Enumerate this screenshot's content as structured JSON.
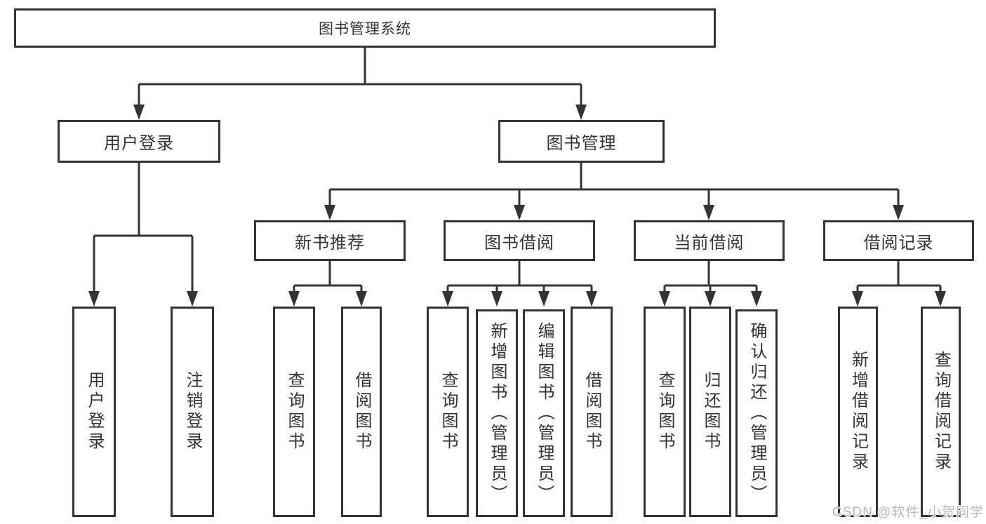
{
  "diagram": {
    "root": {
      "label": "图书管理系统"
    },
    "branches": [
      {
        "label": "用户登录",
        "children": [
          {
            "label": "用户登录"
          },
          {
            "label": "注销登录"
          }
        ]
      },
      {
        "label": "图书管理",
        "children": [
          {
            "label": "新书推荐",
            "children": [
              {
                "label": "查询图书"
              },
              {
                "label": "借阅图书"
              }
            ]
          },
          {
            "label": "图书借阅",
            "children": [
              {
                "label": "查询图书"
              },
              {
                "label": "新增图书（管理员）"
              },
              {
                "label": "编辑图书（管理员）"
              },
              {
                "label": "借阅图书"
              }
            ]
          },
          {
            "label": "当前借阅",
            "children": [
              {
                "label": "查询图书"
              },
              {
                "label": "归还图书"
              },
              {
                "label": "确认归还（管理员）"
              }
            ]
          },
          {
            "label": "借阅记录",
            "children": [
              {
                "label": "新增借阅记录"
              },
              {
                "label": "查询借阅记录"
              }
            ]
          }
        ]
      }
    ],
    "colors": {
      "line": "#333333",
      "box_border": "#333333",
      "text": "#333333",
      "background": "#ffffff"
    }
  },
  "watermark": {
    "text": "CSDN @软件_小贺同学",
    "color": "#b9b9b9"
  }
}
